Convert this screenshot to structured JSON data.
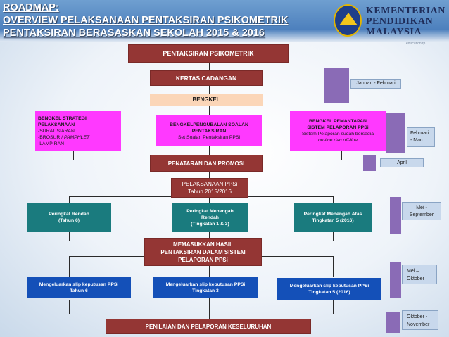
{
  "header": {
    "title_line1": "ROADMAP:",
    "title_line2": "OVERVIEW PELAKSANAAN PENTAKSIRAN PSIKOMETRIK",
    "title_line3": "PENTAKSIRAN BERASASKAN SEKOLAH 2015 &  2016",
    "logo_line1": "KEMENTERIAN",
    "logo_line2": "PENDIDIKAN",
    "logo_line3": "MALAYSIA",
    "watermark": "education.tp"
  },
  "colors": {
    "maroon": "#943634",
    "teal": "#1a7b7e",
    "blue": "#1450b8",
    "magenta": "#ff39ff",
    "peach": "#fbd6b8",
    "purple": "#8a6bb6"
  },
  "boxes": {
    "top": "PENTAKSIRAN PSIKOMETRIK",
    "kertas": "KERTAS CADANGAN",
    "bengkel": "BENGKEL",
    "strategi": {
      "line1": "BENGKEL STRATEGI",
      "line2": "PELAKSANAAN",
      "line3": "-SURAT SIARAN",
      "line4a": "-BROSUR /",
      "line4b": "PAMPHLET",
      "line5": "-LAMPIRAN"
    },
    "pengubalan": {
      "line1": "BENGKELPENGUBALAN SOALAN",
      "line2": "PENTAKSIRAN",
      "line3": "Set Soalan Pentaksiran PPSi"
    },
    "pemantapan": {
      "line1": "BENGKEL PEMANTAPAN",
      "line2": "SISTEM PELAPORAN PPSi",
      "line3": "Sistem Pelaporan sudah bersedia",
      "line4": "on-line dan off-line"
    },
    "penataran": "PENATARAN DAN PROMOSI",
    "pelaksanaan": {
      "line1": "PELAKSANAAN PPSi",
      "line2": "Tahun 2015/2016"
    },
    "rendah": {
      "line1": "Peringkat Rendah",
      "line2": "(Tahun 6)"
    },
    "menengah_rendah": {
      "line1": "Peringkat Menengah",
      "line2": "Rendah",
      "line3": "(Tingkatan 1 & 3)"
    },
    "menengah_atas": {
      "line1": "Peringkat Menengah Atas",
      "line2": "Tingkatan 5 (2016)"
    },
    "memasukkan": {
      "line1": "MEMASUKKAN HASIL",
      "line2": "PENTAKSIRAN  DALAM SISTEM",
      "line3": "PELAPORAN PPSi"
    },
    "slip_tahun6": {
      "line1": "Mengeluarkan slip keputusan PPSi",
      "line2": "Tahun 6"
    },
    "slip_t3": {
      "line1": "Mengeluarkan slip keputusan PPSi",
      "line2": "Tingkatan 3"
    },
    "slip_t5": {
      "line1": "Mengeluarkan slip keputusan PPSi",
      "line2": "Tingkatan 5 (2016)"
    },
    "penilaian": "PENILAIAN DAN PELAPORAN KESELURUHAN"
  },
  "dates": {
    "d1": "Januari - Februari",
    "d2_line1": "Februari",
    "d2_line2": "- Mac",
    "d3": "April",
    "d4_line1": "Mei  -",
    "d4_line2": "September",
    "d5_line1": "Mei –",
    "d5_line2": "Oktober",
    "d6_line1": "Oktober -",
    "d6_line2": "November"
  }
}
